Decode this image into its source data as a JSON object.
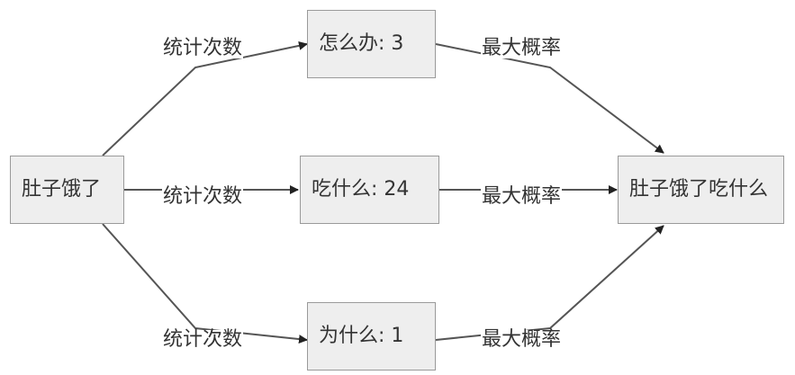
{
  "diagram": {
    "nodes": {
      "start": {
        "label": "肚子饿了"
      },
      "option1": {
        "label": "怎么办: 3"
      },
      "option2": {
        "label": "吃什么: 24"
      },
      "option3": {
        "label": "为什么: 1"
      },
      "result": {
        "label": "肚子饿了吃什么"
      }
    },
    "edges": {
      "start_to_option1": {
        "label": "统计次数"
      },
      "start_to_option2": {
        "label": "统计次数"
      },
      "start_to_option3": {
        "label": "统计次数"
      },
      "option1_to_result": {
        "label": "最大概率"
      },
      "option2_to_result": {
        "label": "最大概率"
      },
      "option3_to_result": {
        "label": "最大概率"
      }
    },
    "colors": {
      "node_fill": "#eeeeee",
      "node_border": "#9a9a9a",
      "edge": "#555555",
      "text": "#333333"
    }
  }
}
